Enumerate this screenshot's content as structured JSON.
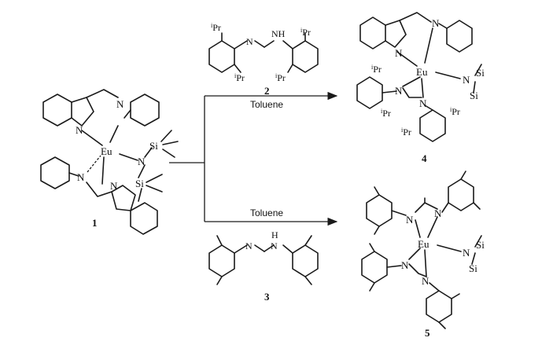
{
  "labels": {
    "n": "N",
    "nh": "NH",
    "h": "H",
    "eu": "Eu",
    "si": "Si",
    "ipr_sup": "i",
    "ipr_pr": "Pr"
  },
  "compounds": {
    "c1": "1",
    "c2": "2",
    "c3": "3",
    "c4": "4",
    "c5": "5"
  },
  "conditions": {
    "upper": "Toluene",
    "lower": "Toluene"
  }
}
